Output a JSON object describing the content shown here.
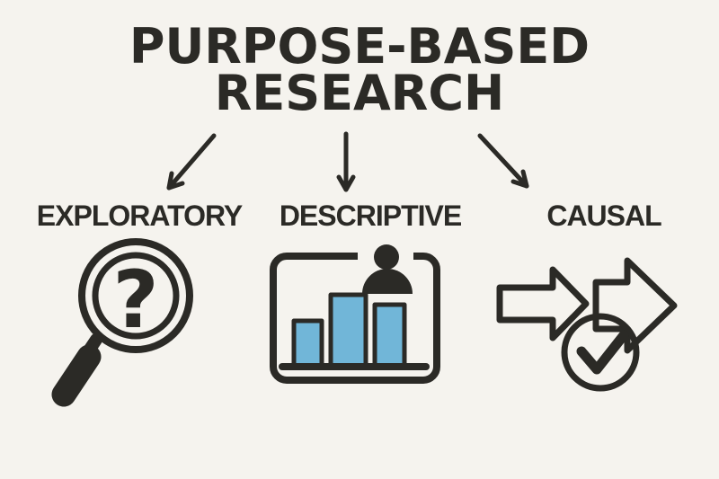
{
  "title": {
    "line1": "PURPOSE-BASED",
    "line2": "RESEARCH"
  },
  "branches": [
    {
      "label": "EXPLORATORY",
      "icon": "magnifying-glass-question-icon"
    },
    {
      "label": "DESCRIPTIVE",
      "icon": "bar-chart-person-icon"
    },
    {
      "label": "CAUSAL",
      "icon": "arrows-checkmark-icon"
    }
  ],
  "colors": {
    "background": "#f5f3ee",
    "ink": "#2b2a26",
    "bar_blue": "#71b6d8"
  }
}
